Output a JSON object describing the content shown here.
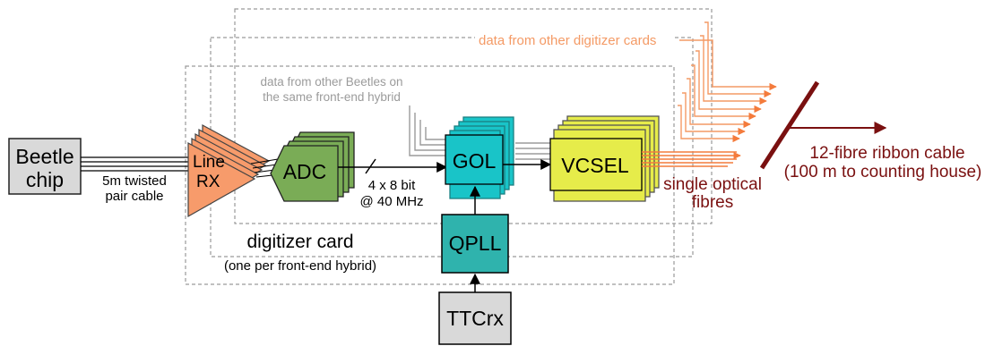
{
  "blocks": {
    "beetle_line1": "Beetle",
    "beetle_line2": "chip",
    "line_rx_line1": "Line",
    "line_rx_line2": "RX",
    "adc": "ADC",
    "gol": "GOL",
    "vcsel": "VCSEL",
    "qpll": "QPLL",
    "ttcrx": "TTCrx"
  },
  "labels": {
    "cable_line1": "5m twisted",
    "cable_line2": "pair cable",
    "bus_line1": "4 x 8 bit",
    "bus_line2": "@ 40 MHz",
    "other_beetles_line1": "data from other Beetles on",
    "other_beetles_line2": "the same front-end hybrid",
    "other_cards": "data from other digitizer cards",
    "card_title": "digitizer card",
    "card_subtitle": "(one per front-end hybrid)",
    "optical_line1": "single optical",
    "optical_line2": "fibres",
    "ribbon_line1": "12-fibre ribbon cable",
    "ribbon_line2": "(100 m to counting house)"
  },
  "colors": {
    "block_gray": "#d9d9d9",
    "line_rx": "#f79b6b",
    "adc": "#7aac56",
    "gol": "#19c4c8",
    "qpll": "#2fb3ad",
    "vcsel": "#e6ec4a",
    "fibre_orange": "#f47b3c",
    "ribbon": "#7a1010",
    "gray_text": "#9b9b9b",
    "other_cards_text": "#f49a65"
  }
}
